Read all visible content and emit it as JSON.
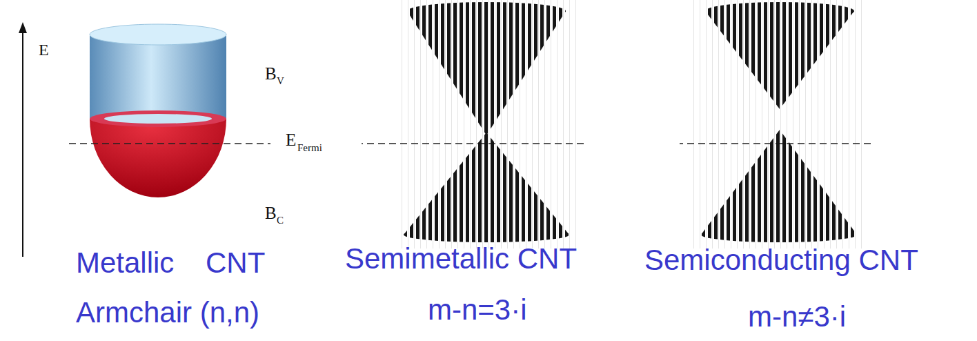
{
  "diagram": {
    "labels": [
      "E",
      "B",
      "V",
      "E",
      "Fermi",
      "B",
      "C",
      "Metallic CNT",
      "Armchair (n,n)",
      "Semimetallic CNT",
      "m-n=3·i",
      "Semiconducting CNT",
      "m-n≠3·i"
    ]
  }
}
